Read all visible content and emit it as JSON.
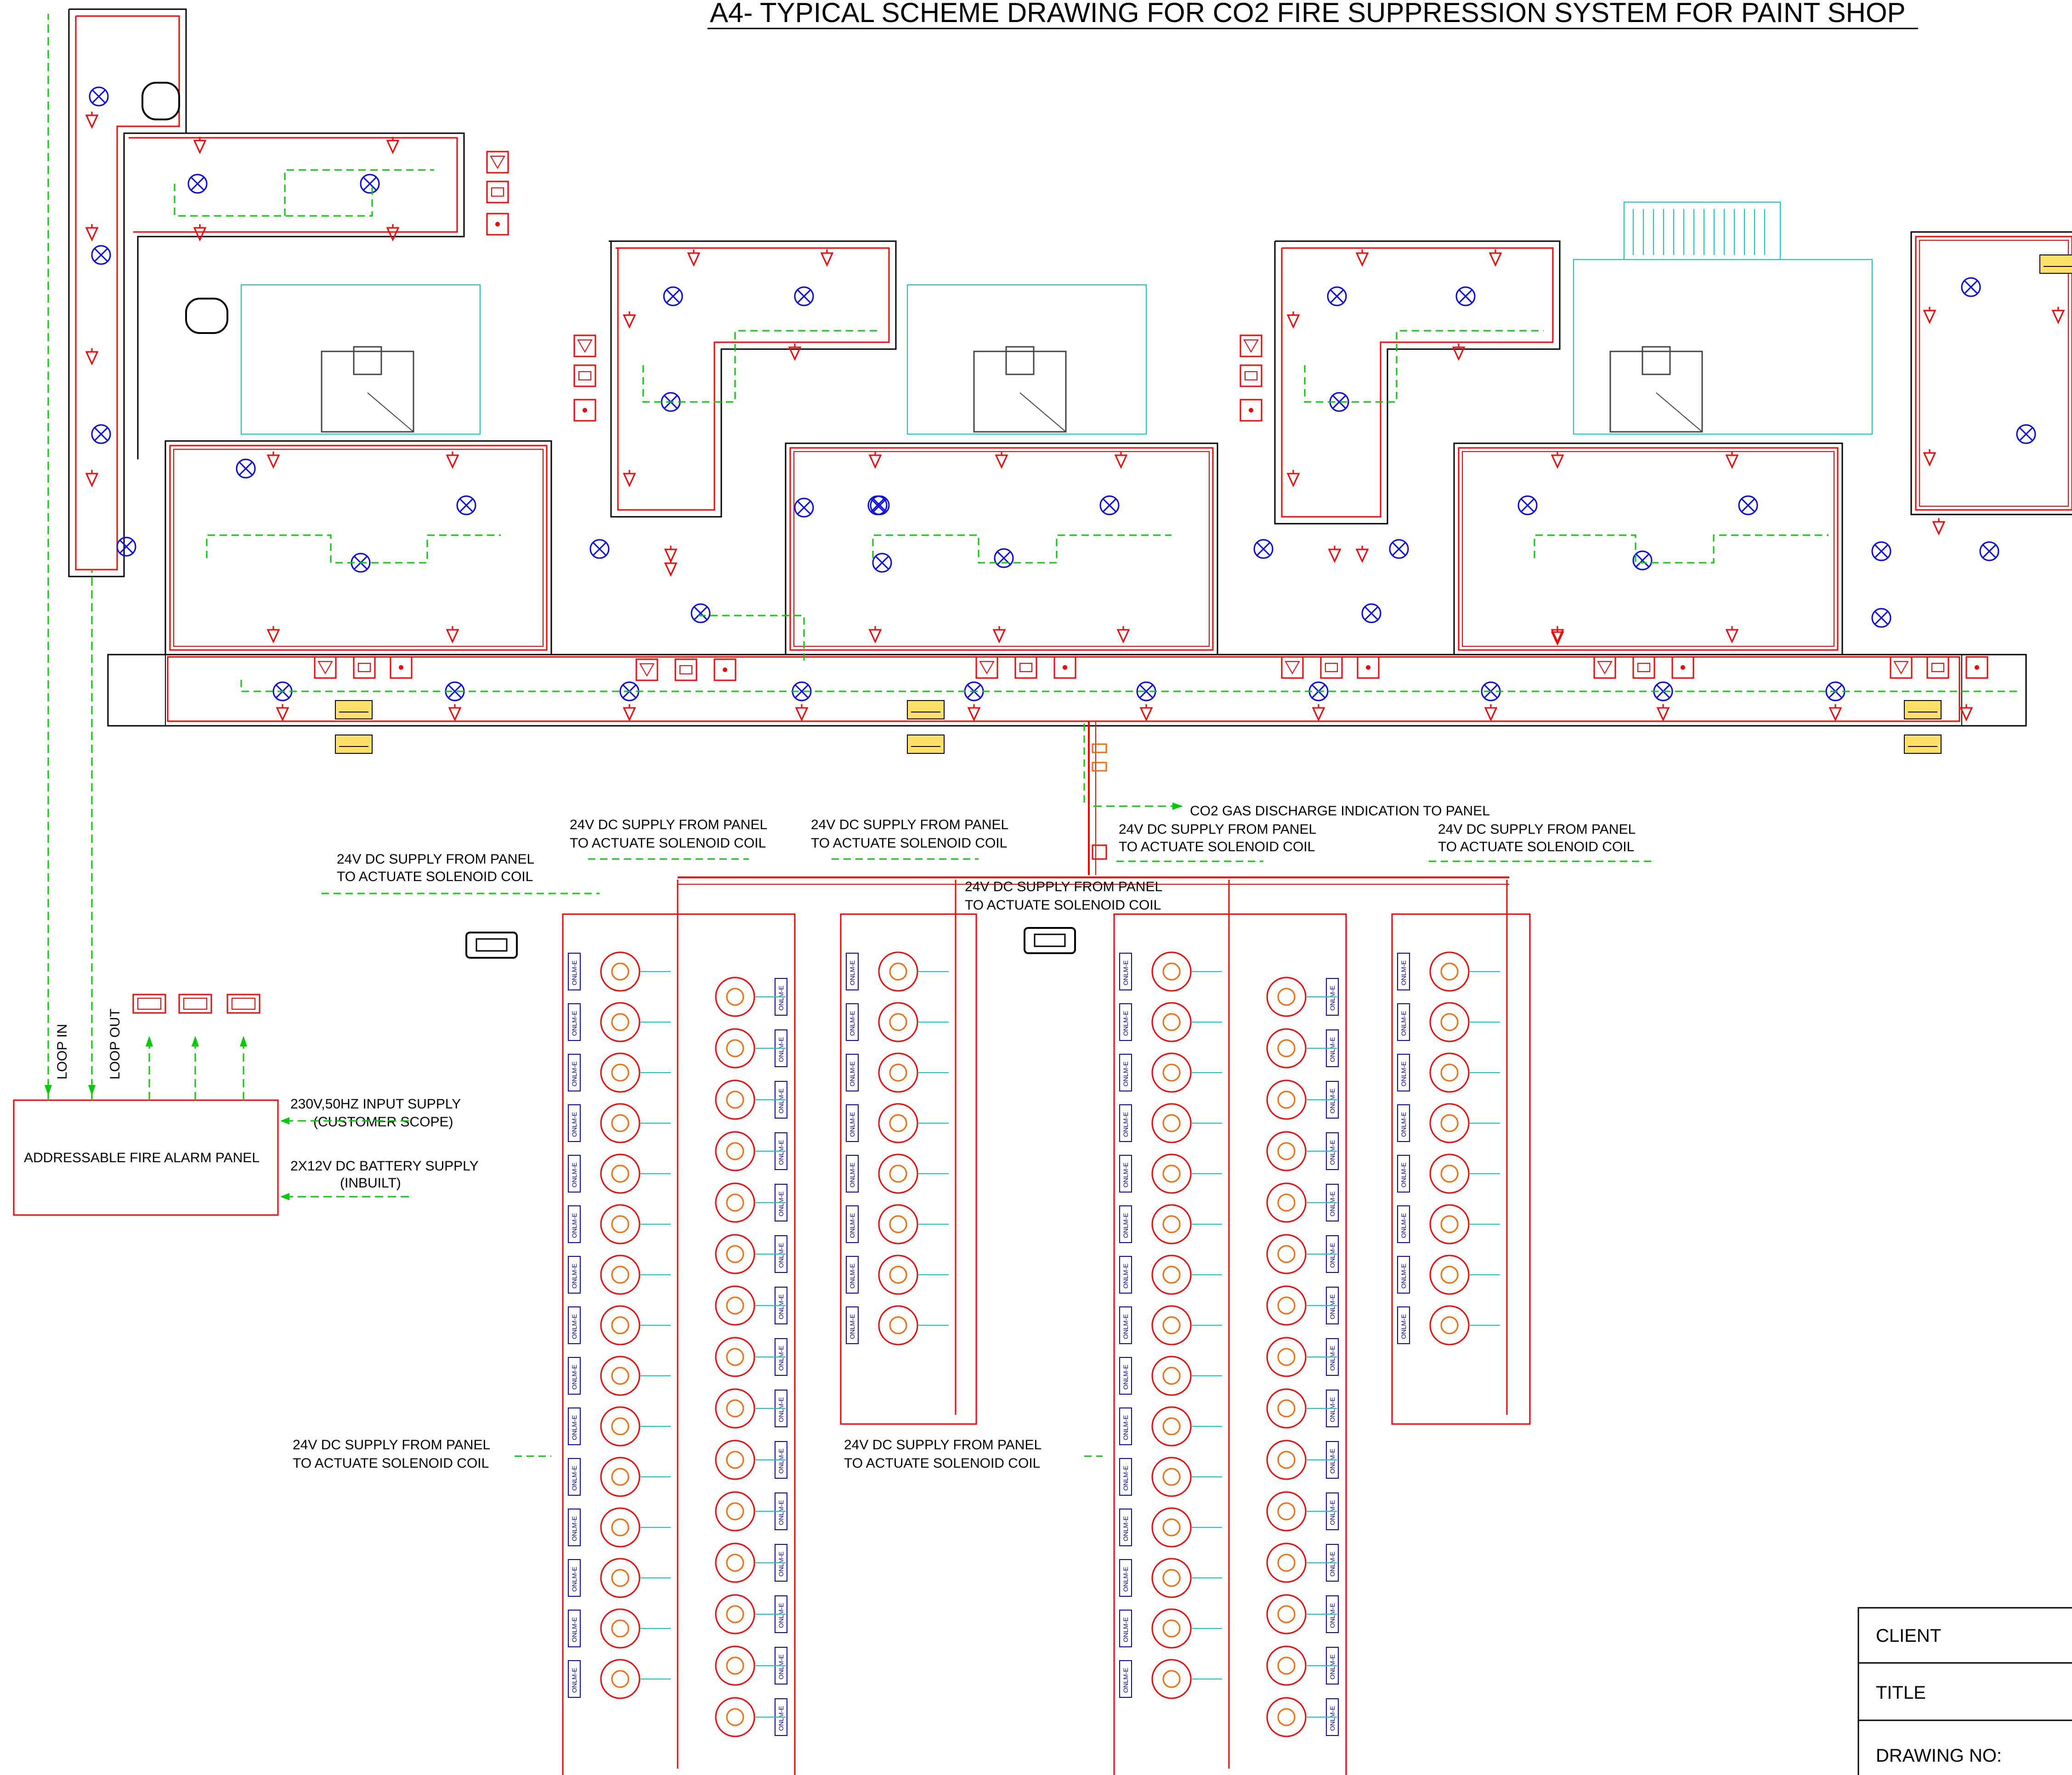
{
  "title": "A4- TYPICAL SCHEME DRAWING FOR CO2 FIRE SUPPRESSION SYSTEM FOR PAINT SHOP",
  "panel": {
    "label": "ADDRESSABLE  FIRE ALARM PANEL",
    "loop_in": "LOOP IN",
    "loop_out": "LOOP OUT",
    "input_supply_1": "230V,50HZ INPUT SUPPLY",
    "input_supply_2": "(CUSTOMER SCOPE)",
    "battery_1": "2X12V DC BATTERY SUPPLY",
    "battery_2": "(INBUILT)"
  },
  "discharge_indication": "CO2 GAS DISCHARGE INDICATION TO PANEL",
  "solenoid_notes": [
    {
      "line1": "24V DC SUPPLY FROM PANEL",
      "line2": "TO ACTUATE SOLENOID COIL"
    },
    {
      "line1": "24V DC SUPPLY FROM PANEL",
      "line2": "TO ACTUATE SOLENOID COIL"
    },
    {
      "line1": "24V DC SUPPLY FROM PANEL",
      "line2": "TO ACTUATE SOLENOID COIL"
    },
    {
      "line1": "24V DC SUPPLY FROM PANEL",
      "line2": "TO ACTUATE SOLENOID COIL"
    },
    {
      "line1": "24V DC SUPPLY FROM PANEL",
      "line2": "TO ACTUATE SOLENOID COIL"
    },
    {
      "line1": "24V DC SUPPLY FROM PANEL",
      "line2": "TO ACTUATE SOLENOID COIL"
    },
    {
      "line1": "24V DC SUPPLY FROM PANEL",
      "line2": "TO ACTUATE SOLENOID COIL"
    },
    {
      "line1": "24V DC SUPPLY FROM PANEL",
      "line2": "TO ACTUATE SOLENOID COIL"
    }
  ],
  "cylinder_tag": "ONLM-E",
  "cylinder_banks": [
    {
      "left_count": 15,
      "right_count": 15
    },
    {
      "left_count": 8,
      "right_count": 0
    },
    {
      "left_count": 15,
      "right_count": 15
    },
    {
      "left_count": 8,
      "right_count": 0
    }
  ],
  "title_block": {
    "client": "CLIENT",
    "title": "TITLE",
    "drawing_no": "DRAWING NO:"
  },
  "colors": {
    "pipe": "#ff0000",
    "cable": "#00cc00",
    "detector": "#0000ff",
    "outline": "#000000",
    "duct": "#00cccc",
    "nozzle": "#ff0000",
    "cylinder": "#ff6600"
  }
}
